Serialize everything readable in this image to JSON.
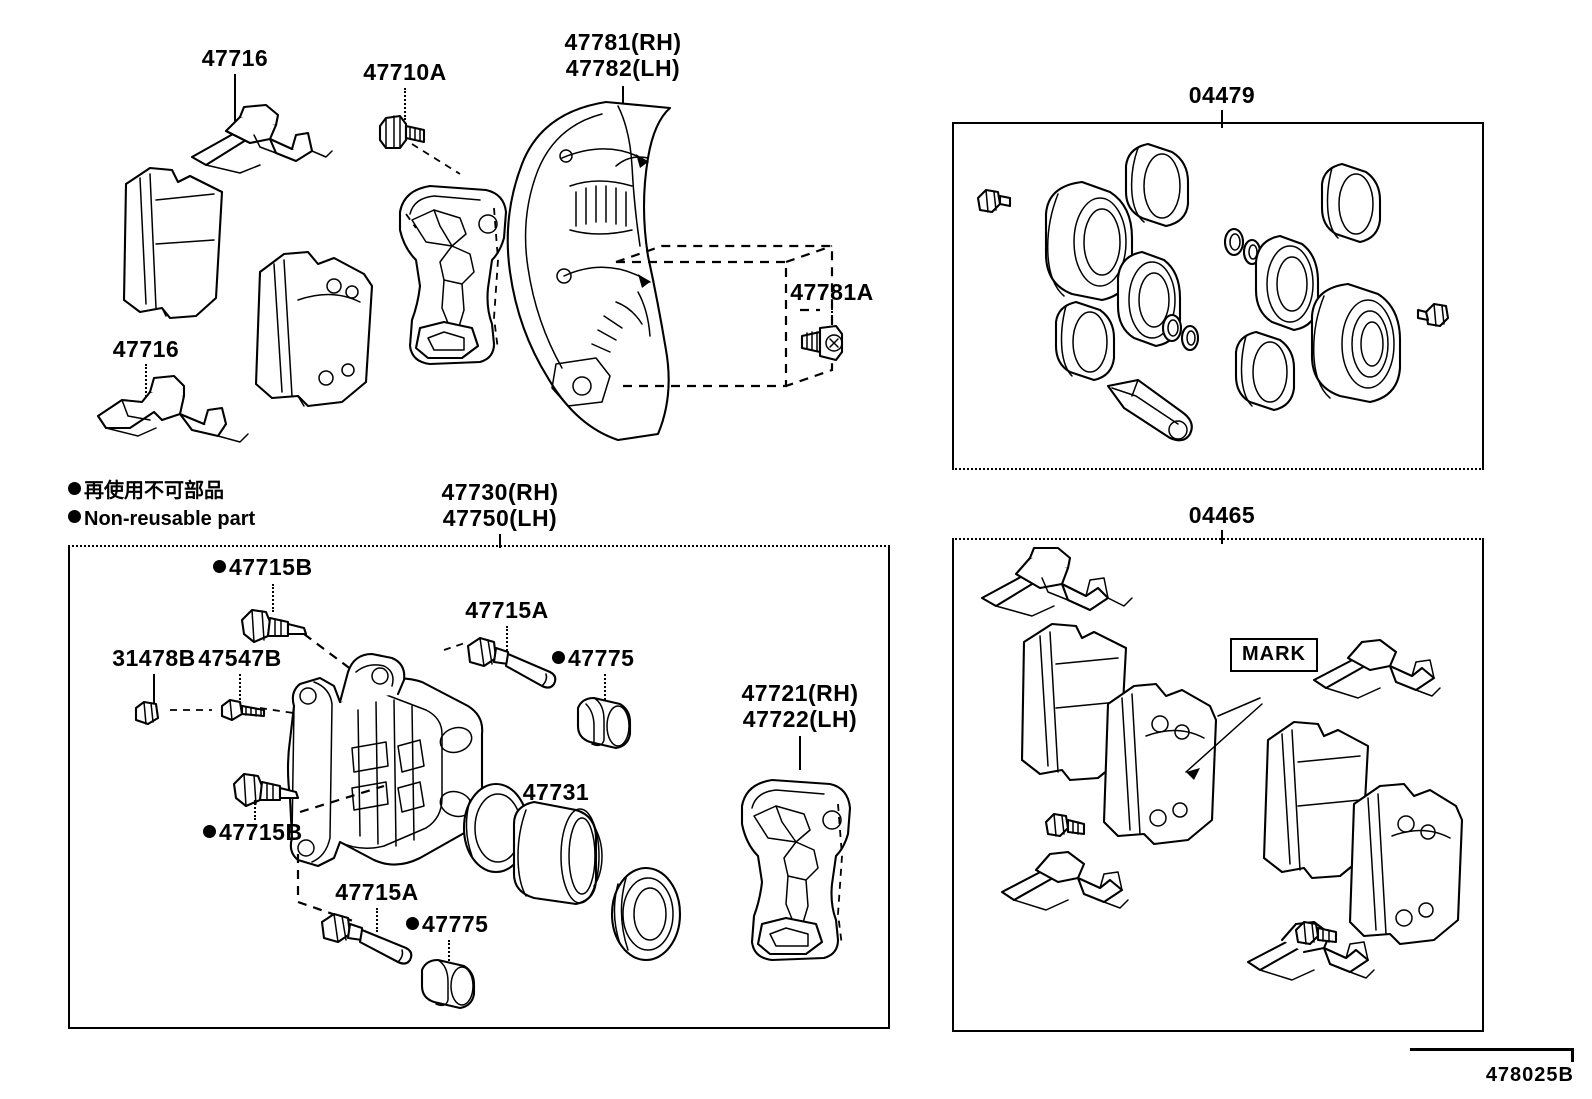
{
  "diagram": {
    "figure_code": "478025B",
    "legend": {
      "japanese": "再使用不可部品",
      "english": "Non-reusable part"
    }
  },
  "callouts": {
    "pad_shim_upper": "47716",
    "pad_shim_lower": "47716",
    "bracket_bolt": "47710A",
    "dust_cover": "47781(RH)\n47782(LH)",
    "dust_cover_screw": "47781A",
    "caliper_assy": "47730(RH)\n47750(LH)",
    "bleeder_plug_top": "47715B",
    "bleeder_plug_bottom": "47715B",
    "cap": "31478B",
    "bleeder_screw": "47547B",
    "slide_pin_upper": "47715A",
    "slide_pin_lower": "47715A",
    "pin_boot_upper": "47775",
    "pin_boot_lower": "47775",
    "piston_seal_piston": "47731",
    "mounting_bracket": "47721(RH)\n47722(LH)",
    "seal_kit": "04479",
    "pad_kit": "04465",
    "mark_tag": "MARK"
  },
  "nonreusable_marks": {
    "bleeder_plug_top": true,
    "bleeder_plug_bottom": true,
    "pin_boot_upper": true,
    "pin_boot_lower": true
  },
  "panels": [
    {
      "id": "caliper-assembly-panel",
      "caption": "47730(RH)\n47750(LH)"
    },
    {
      "id": "seal-kit-panel",
      "caption": "04479"
    },
    {
      "id": "pad-kit-panel",
      "caption": "04465"
    }
  ],
  "colors": {
    "line": "#000000",
    "background": "#ffffff"
  }
}
